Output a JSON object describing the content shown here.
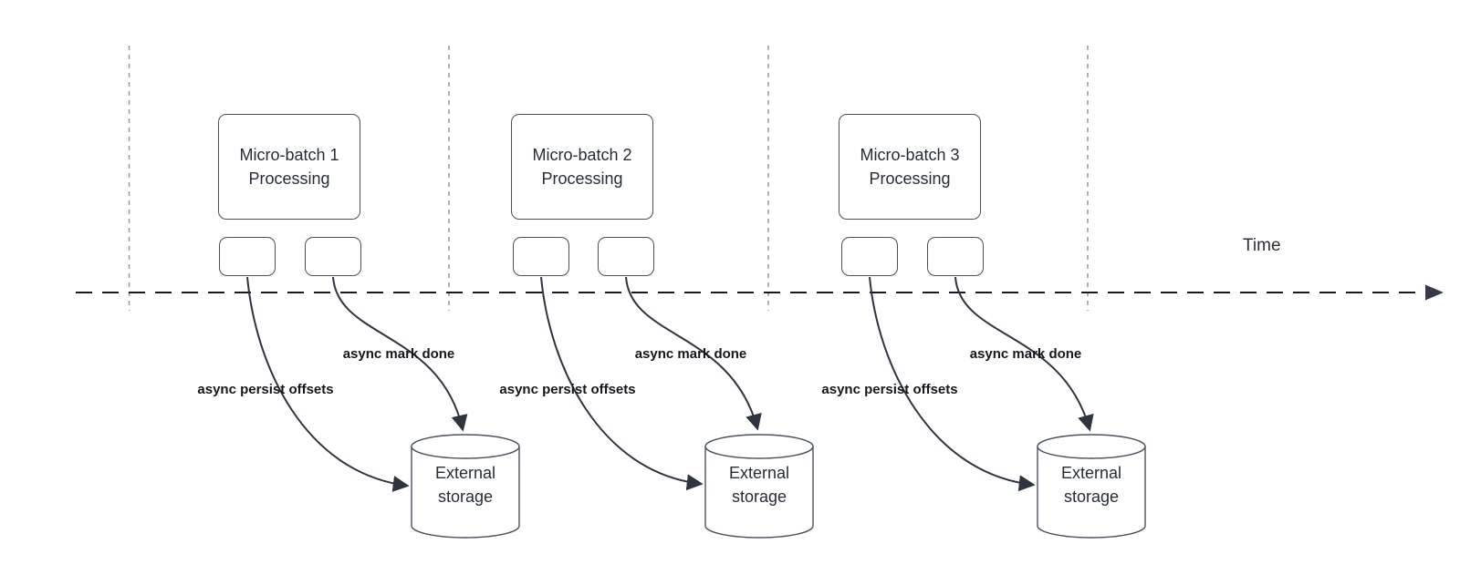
{
  "timeline": {
    "label": "Time"
  },
  "sections": [
    {
      "box_label": "Micro-batch 1\nProcessing",
      "persist_arrow_label": "async persist offsets",
      "mark_done_arrow_label": "async mark done",
      "storage_label": "External\nstorage"
    },
    {
      "box_label": "Micro-batch 2\nProcessing",
      "persist_arrow_label": "async persist offsets",
      "mark_done_arrow_label": "async mark done",
      "storage_label": "External\nstorage"
    },
    {
      "box_label": "Micro-batch 3\nProcessing",
      "persist_arrow_label": "async persist offsets",
      "mark_done_arrow_label": "async mark done",
      "storage_label": "External\nstorage"
    }
  ],
  "colors": {
    "background": "#ffffff",
    "node_stroke": "#49505c",
    "node_text": "#272d37",
    "connector_stroke": "#2e3440",
    "arrow_label_text": "#14171c",
    "time_axis": "#16191f",
    "gridline": "#9aa0a6"
  }
}
